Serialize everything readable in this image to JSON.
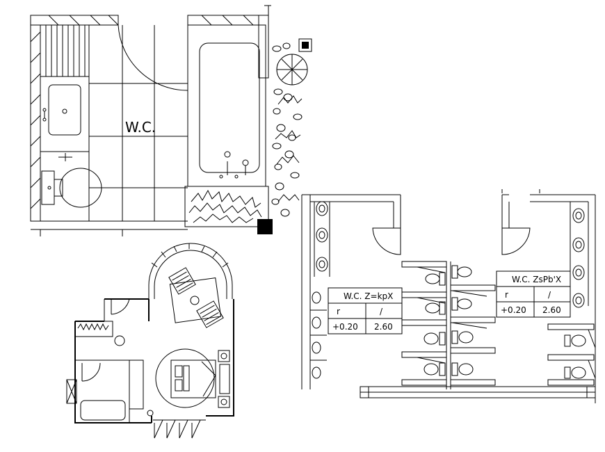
{
  "drawing": {
    "wc_label": "W.C.",
    "table_left": {
      "title": "W.C. Z=kpX",
      "r_label": "r",
      "slash_label": "/",
      "level": "+0.20",
      "height": "2.60"
    },
    "table_right": {
      "title": "W.C. ZsPb'X",
      "r_label": "r",
      "slash_label": "/",
      "level": "+0.20",
      "height": "2.60"
    }
  },
  "colors": {
    "line": "#000000",
    "background": "#ffffff"
  }
}
